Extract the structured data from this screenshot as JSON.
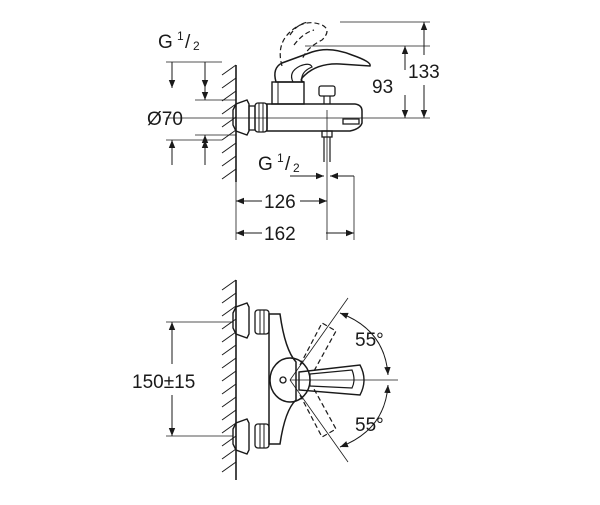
{
  "side_view": {
    "dim_thread_inlet": {
      "letter": "G",
      "num": "1",
      "den": "2"
    },
    "dim_diameter": "Ø70",
    "dim_spout_height": "93",
    "dim_total_height": "133",
    "dim_thread_outlet": {
      "letter": "G",
      "num": "1",
      "den": "2"
    },
    "dim_outlet_distance": "126",
    "dim_total_length": "162"
  },
  "top_view": {
    "dim_center_distance": "150±15",
    "angle_upper": "55°",
    "angle_lower": "55°"
  }
}
